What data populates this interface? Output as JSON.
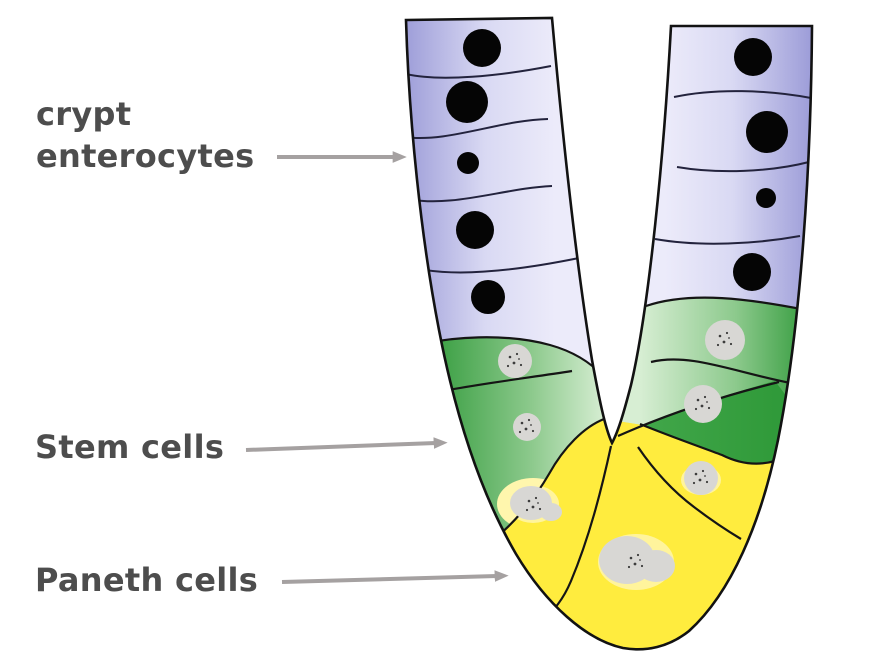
{
  "labels": {
    "crypt_enterocytes": {
      "line1": "crypt",
      "line2": "enterocytes"
    },
    "stem_cells": {
      "text": "Stem cells"
    },
    "paneth_cells": {
      "text": "Paneth cells"
    }
  },
  "colors": {
    "label_text": "#4d4d4d",
    "arrow": "#a5a1a1",
    "outline": "#121212",
    "divider_blue": "#23233d",
    "divider_dark": "#151515",
    "enterocyte_dark": "#9a9ad7",
    "enterocyte_mid": "#d9d9f3",
    "enterocyte_light": "#ecebfa",
    "stem_dark": "#2d9837",
    "stem_mid": "#8cc98c",
    "stem_light": "#d7eed3",
    "paneth_yellow": "#ffec3e",
    "paneth_glow": "#fff6ad",
    "granule_red": "#dd2103",
    "nucleus_black": "#050505",
    "nucleus_gray": "#d8d7d4",
    "nucleus_speck": "#3c3c3c"
  }
}
